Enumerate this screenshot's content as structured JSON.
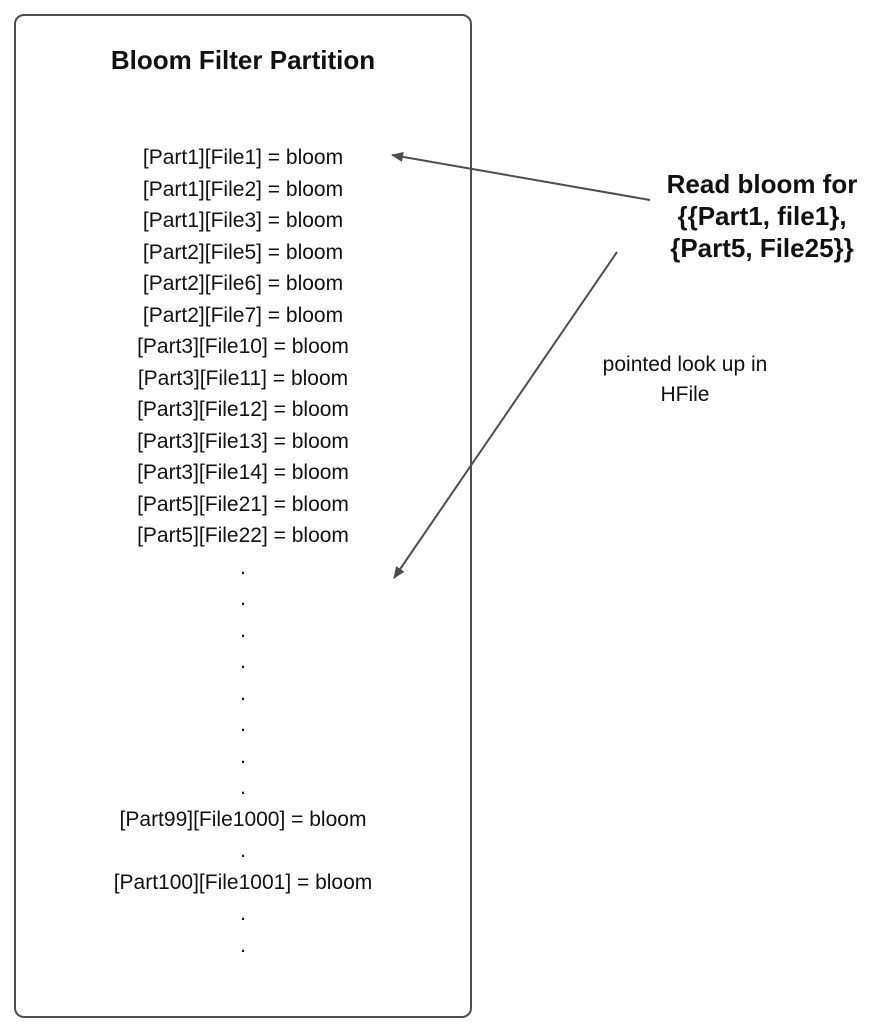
{
  "colors": {
    "border": "#4d4d4d",
    "arrow": "#4d4d4d",
    "text": "#111111"
  },
  "box": {
    "title": "Bloom Filter Partition",
    "rows": [
      "[Part1][File1] = bloom",
      "[Part1][File2] = bloom",
      "[Part1][File3] = bloom",
      "[Part2][File5] = bloom",
      "[Part2][File6] = bloom",
      "[Part2][File7] = bloom",
      "[Part3][File10] = bloom",
      "[Part3][File11] = bloom",
      "[Part3][File12] = bloom",
      "[Part3][File13] = bloom",
      "[Part3][File14] = bloom",
      "[Part5][File21] = bloom",
      "[Part5][File22] = bloom",
      ".",
      ".",
      ".",
      ".",
      ".",
      ".",
      ".",
      ".",
      "[Part99][File1000] = bloom",
      ".",
      "[Part100][File1001] = bloom",
      ".",
      "."
    ]
  },
  "annotations": {
    "read_bloom": "Read bloom for\n{{Part1, file1},\n{Part5, File25}}",
    "pointed_lookup": "pointed look up in\nHFile"
  }
}
